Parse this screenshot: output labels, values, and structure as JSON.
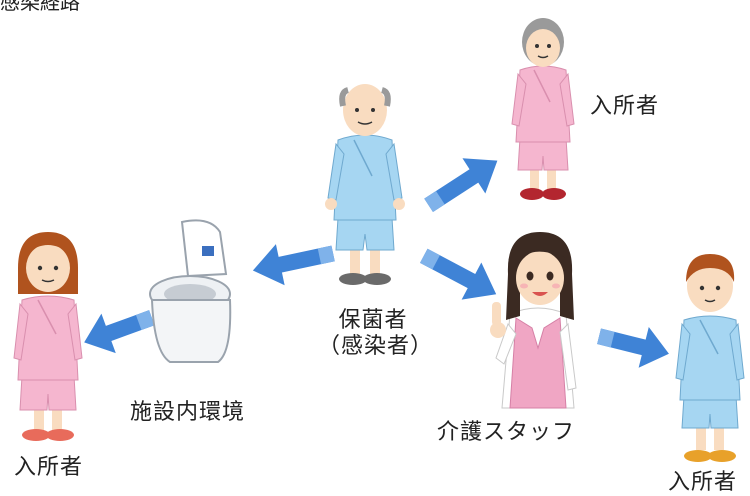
{
  "title": "感染経路",
  "labels": {
    "carrier_line1": "保菌者",
    "carrier_line2": "（感染者）",
    "facility_env": "施設内環境",
    "staff": "介護スタッフ",
    "resident_top_right": "入所者",
    "resident_left": "入所者",
    "resident_bottom_right": "入所者"
  },
  "colors": {
    "arrow": "#3f83d6",
    "pink_gown": "#f5b6cf",
    "blue_gown": "#a6d6f2",
    "skin": "#f9dcc0",
    "hair_brown": "#b0531e",
    "hair_dark": "#3b2a22",
    "hair_gray": "#9a9a9a"
  }
}
